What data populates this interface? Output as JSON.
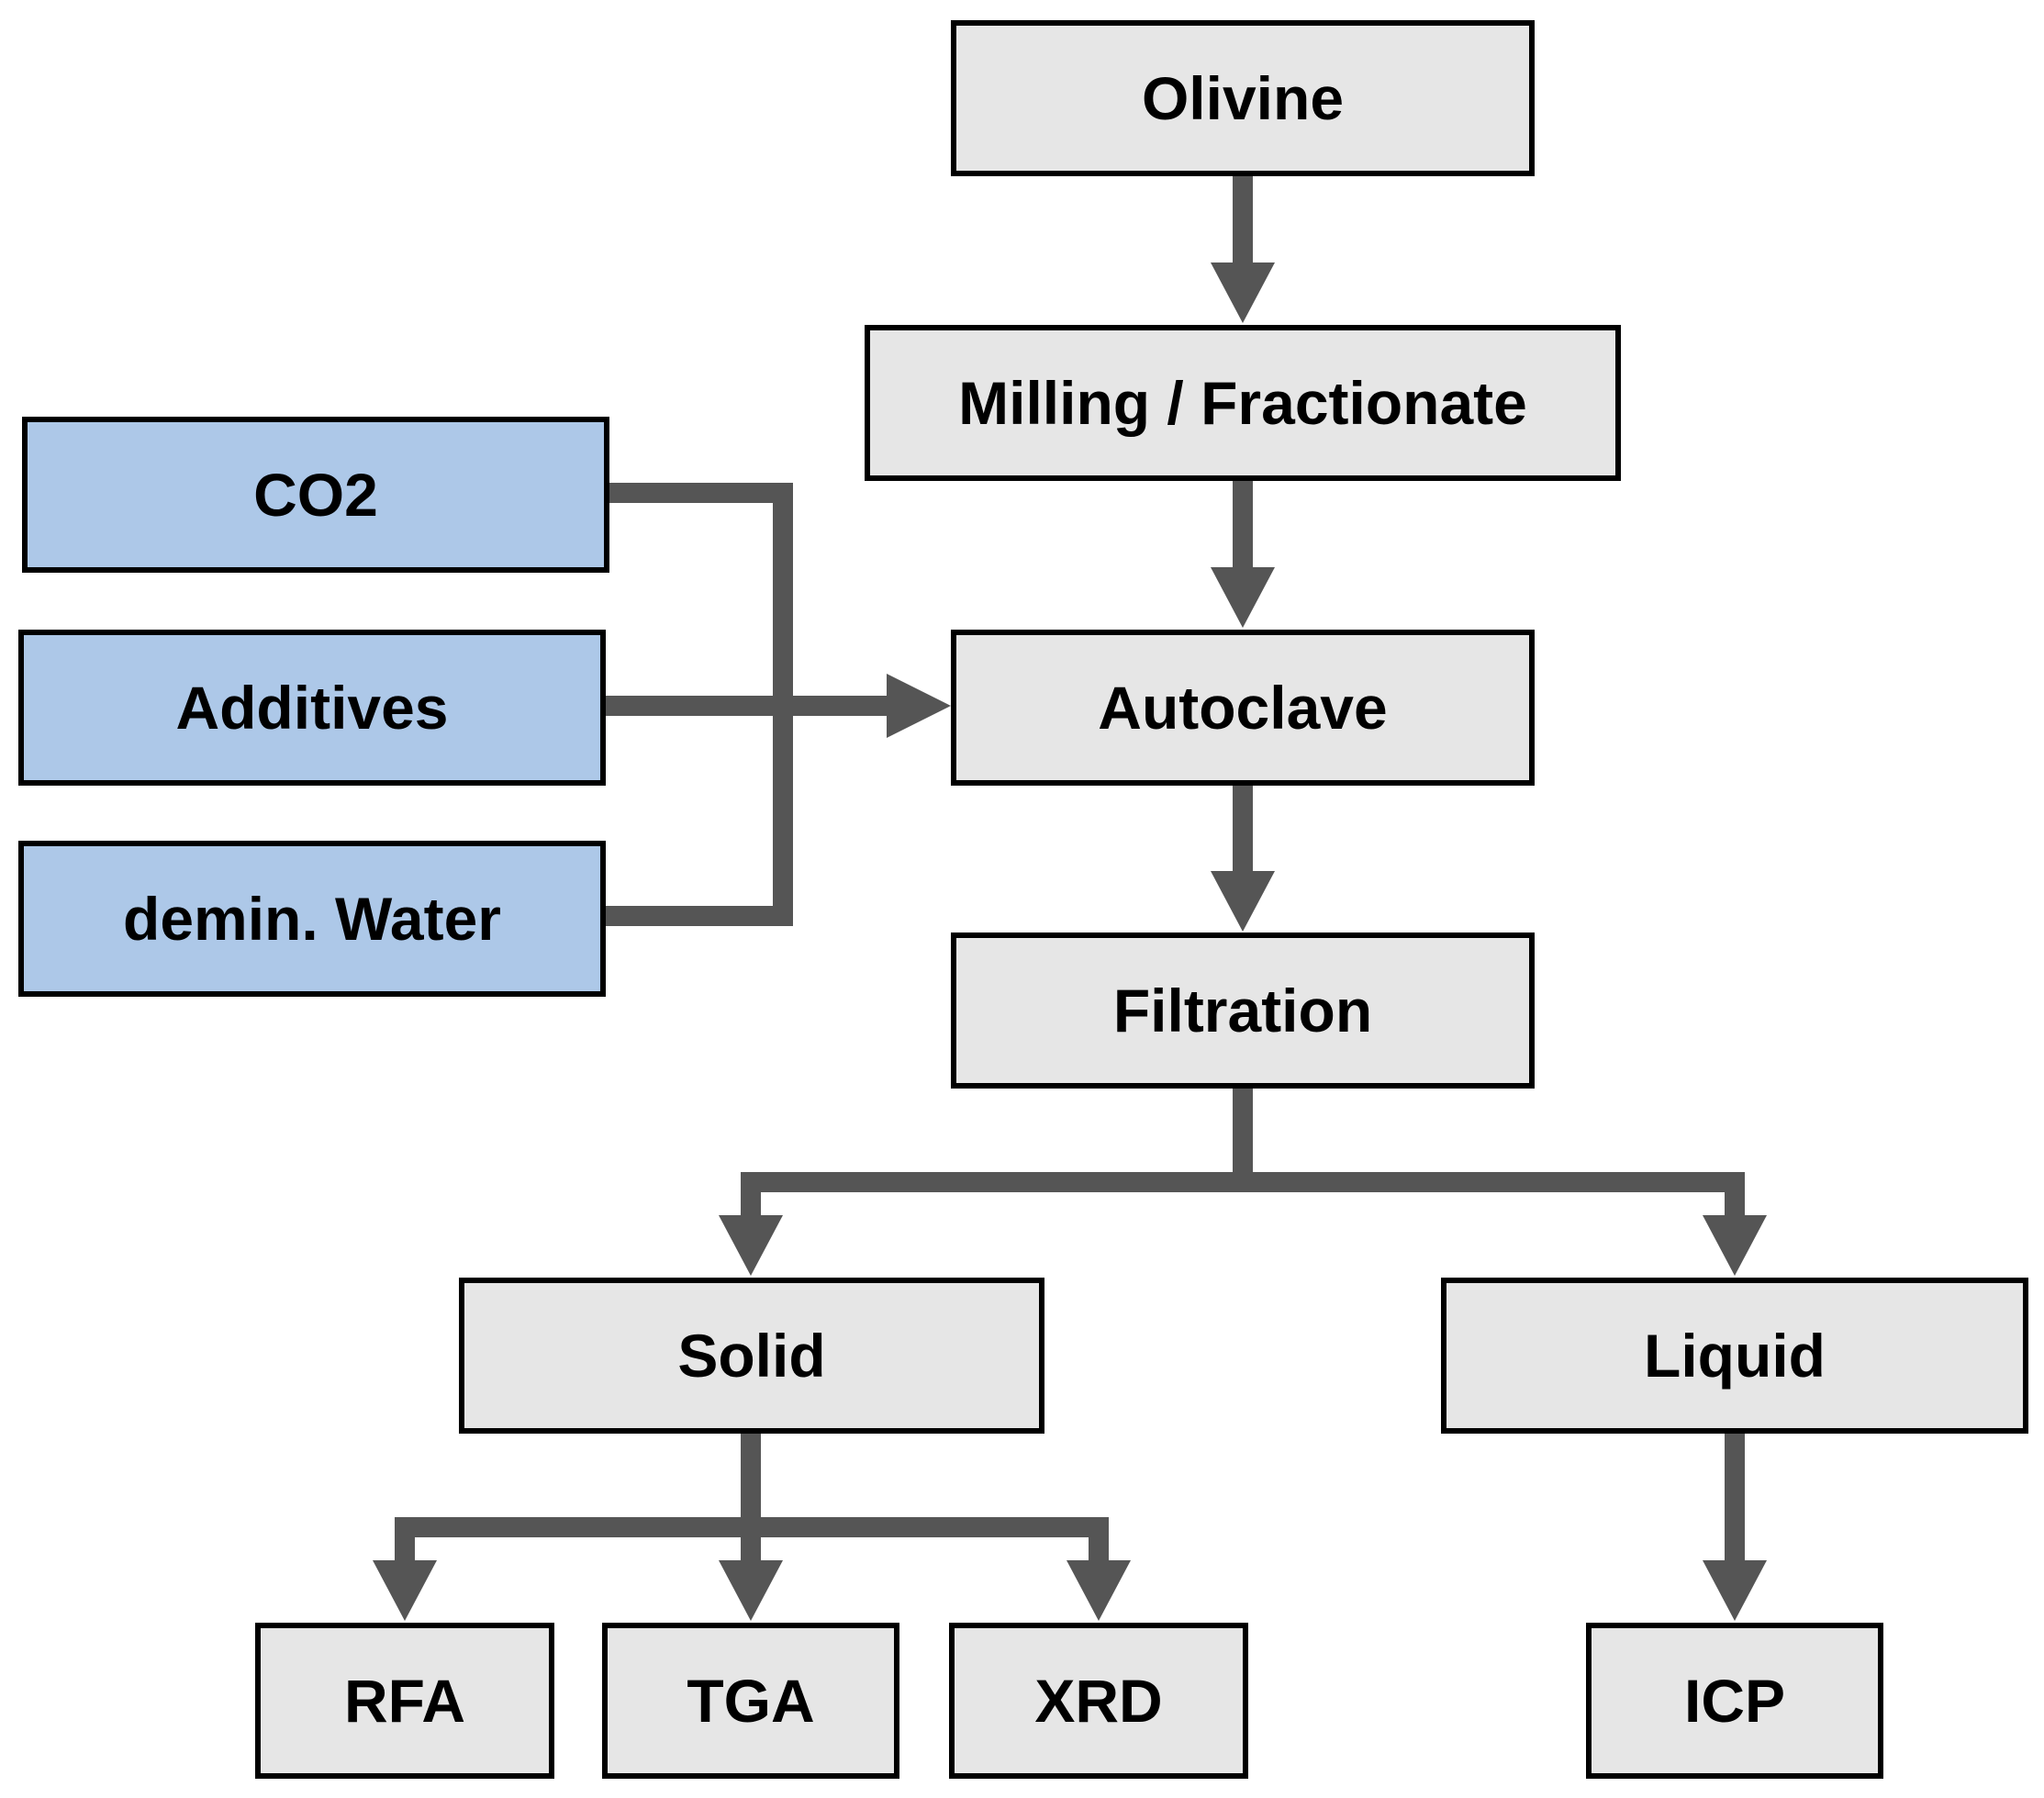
{
  "diagram": {
    "nodes": {
      "olivine": "Olivine",
      "milling": "Milling / Fractionate",
      "co2": "CO2",
      "additives": "Additives",
      "water": "demin. Water",
      "autoclave": "Autoclave",
      "filtration": "Filtration",
      "solid": "Solid",
      "liquid": "Liquid",
      "rfa": "RFA",
      "tga": "TGA",
      "xrd": "XRD",
      "icp": "ICP"
    },
    "edges": [
      {
        "from": "olivine",
        "to": "milling"
      },
      {
        "from": "milling",
        "to": "autoclave"
      },
      {
        "from": "co2",
        "to": "autoclave"
      },
      {
        "from": "additives",
        "to": "autoclave"
      },
      {
        "from": "water",
        "to": "autoclave"
      },
      {
        "from": "autoclave",
        "to": "filtration"
      },
      {
        "from": "filtration",
        "to": "solid"
      },
      {
        "from": "filtration",
        "to": "liquid"
      },
      {
        "from": "solid",
        "to": "rfa"
      },
      {
        "from": "solid",
        "to": "tga"
      },
      {
        "from": "solid",
        "to": "xrd"
      },
      {
        "from": "liquid",
        "to": "icp"
      }
    ],
    "colors": {
      "process_fill": "#e6e6e6",
      "input_fill": "#adc8e8",
      "connector": "#555555",
      "border": "#000000"
    }
  }
}
